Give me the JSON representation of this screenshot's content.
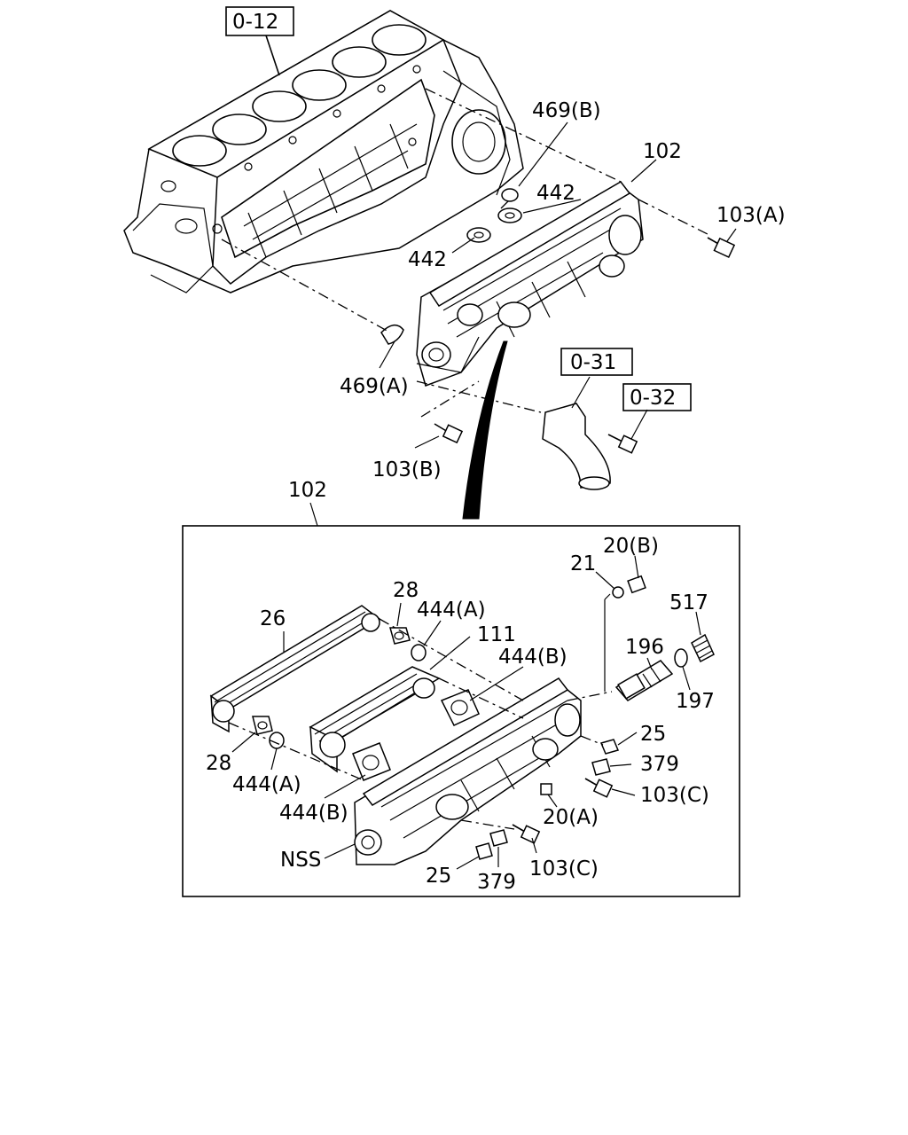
{
  "refs": {
    "r012": "0-12",
    "r031": "0-31",
    "r032": "0-32"
  },
  "labels": {
    "l469b": "469(B)",
    "l102_top": "102",
    "l442_a": "442",
    "l442_b": "442",
    "l103a": "103(A)",
    "l469a": "469(A)",
    "l103b": "103(B)",
    "l102_detail": "102",
    "l20b": "20(B)",
    "l21": "21",
    "l517": "517",
    "l28_top": "28",
    "l444a_top": "444(A)",
    "l26": "26",
    "l111": "111",
    "l444b_top": "444(B)",
    "l196": "196",
    "l197": "197",
    "l25_right": "25",
    "l379_right": "379",
    "l103c_right": "103(C)",
    "l28_bottom": "28",
    "l444a_bottom": "444(A)",
    "l444b_bottom": "444(B)",
    "l20a": "20(A)",
    "lnss": "NSS",
    "l25_bottom": "25",
    "l379_bottom": "379",
    "l103c_bottom": "103(C)"
  }
}
